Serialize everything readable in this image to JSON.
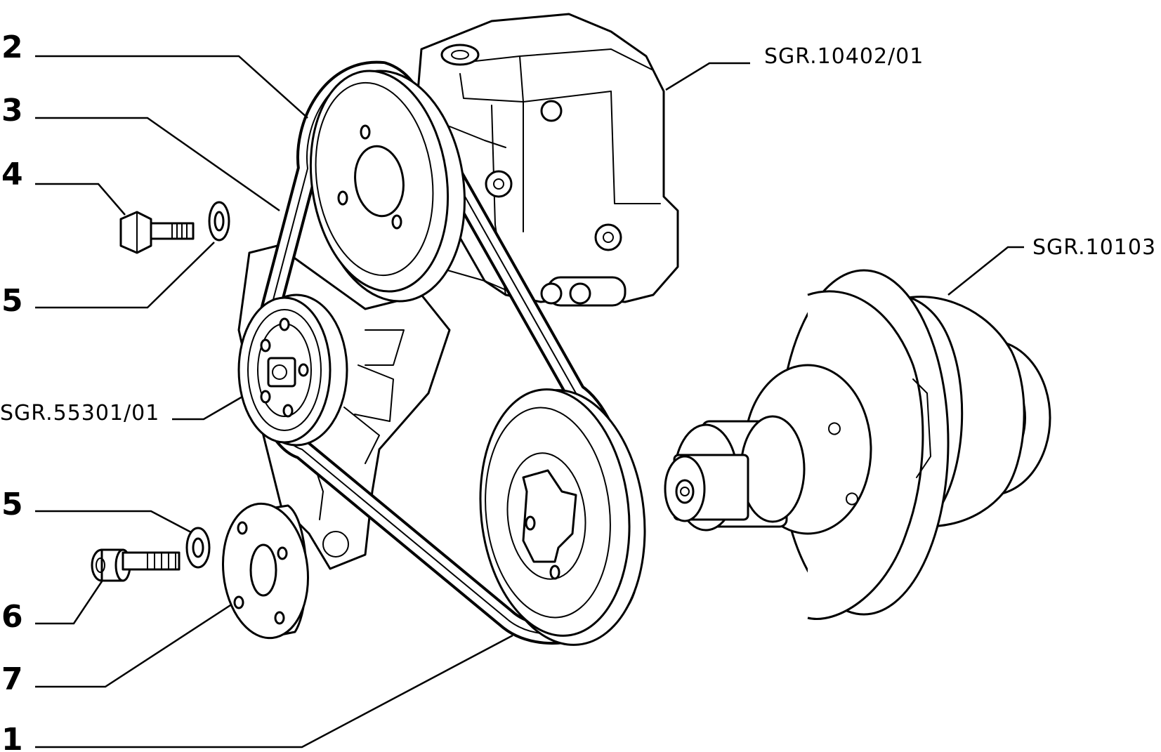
{
  "callouts": [
    {
      "id": "2",
      "text": "2"
    },
    {
      "id": "3",
      "text": "3"
    },
    {
      "id": "4",
      "text": "4"
    },
    {
      "id": "5a",
      "text": "5"
    },
    {
      "id": "5b",
      "text": "5"
    },
    {
      "id": "6",
      "text": "6"
    },
    {
      "id": "7",
      "text": "7"
    },
    {
      "id": "1",
      "text": "1"
    }
  ],
  "references": {
    "alternator": "SGR.10402/01",
    "crankshaft": "SGR.10103",
    "water_pump": "SGR.55301/01"
  },
  "icons": [
    "alternator-icon",
    "crankshaft-icon",
    "water-pump-icon",
    "pulley-icon",
    "belt-icon",
    "bolt-icon",
    "washer-icon",
    "flange-icon"
  ]
}
